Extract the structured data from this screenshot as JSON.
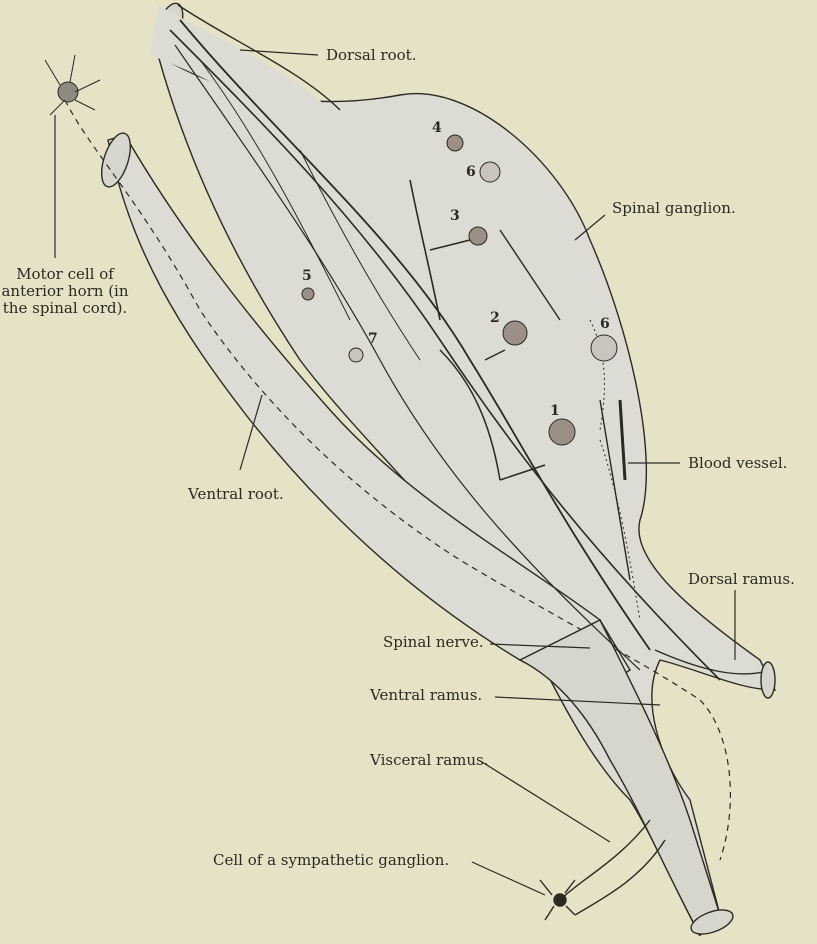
{
  "labels": {
    "dorsal_root": "Dorsal root.",
    "spinal_ganglion": "Spinal ganglion.",
    "motor_cell_line1": "Motor cell of",
    "motor_cell_line2": "anterior horn (in",
    "motor_cell_line3": "the spinal cord).",
    "ventral_root": "Ventral root.",
    "blood_vessel": "Blood vessel.",
    "dorsal_ramus": "Dorsal ramus.",
    "spinal_nerve": "Spinal nerve.",
    "ventral_ramus": "Ventral ramus.",
    "visceral_ramus": "Visceral ramus.",
    "sympathetic_cell": "Cell of a sympathetic ganglion."
  },
  "cell_numbers": [
    "1",
    "2",
    "3",
    "4",
    "5",
    "6",
    "6",
    "7"
  ],
  "colors": {
    "background": "#e6e2c6",
    "tissue_fill": "#dcdcd4",
    "line": "#2b2a22",
    "cell": "#9c8f86"
  }
}
